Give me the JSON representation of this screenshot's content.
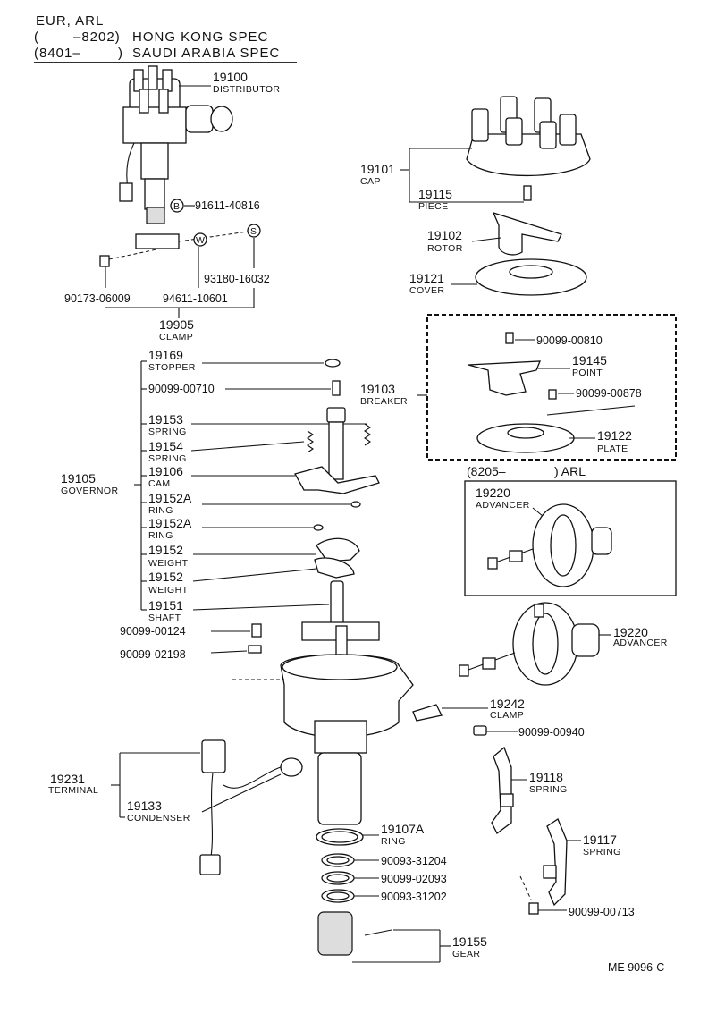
{
  "header": {
    "line1": "EUR, ARL",
    "line2_left": "(",
    "line2_range": "–8202)",
    "line2_spec": "HONG KONG SPEC",
    "line3_left": "(8401–",
    "line3_right": ")",
    "line3_spec": "SAUDI ARABIA SPEC"
  },
  "sub_header": {
    "left": "(8205–",
    "right": ") ARL"
  },
  "footer": "ME 9096-C",
  "callouts": {
    "c19100": {
      "num": "19100",
      "name": "DISTRIBUTOR"
    },
    "c19101": {
      "num": "19101",
      "name": "CAP"
    },
    "c19115": {
      "num": "19115",
      "name": "PIECE"
    },
    "c19102": {
      "num": "19102",
      "name": "ROTOR"
    },
    "c19121": {
      "num": "19121",
      "name": "COVER"
    },
    "c19905": {
      "num": "19905",
      "name": "CLAMP"
    },
    "c19145": {
      "num": "19145",
      "name": "POINT"
    },
    "c19103": {
      "num": "19103",
      "name": "BREAKER"
    },
    "c19122": {
      "num": "19122",
      "name": "PLATE"
    },
    "c19220a": {
      "num": "19220",
      "name": "ADVANCER"
    },
    "c19220b": {
      "num": "19220",
      "name": "ADVANCER"
    },
    "c19169": {
      "num": "19169",
      "name": "STOPPER"
    },
    "c19153": {
      "num": "19153",
      "name": "SPRING"
    },
    "c19154": {
      "num": "19154",
      "name": "SPRING"
    },
    "c19106": {
      "num": "19106",
      "name": "CAM"
    },
    "c19105": {
      "num": "19105",
      "name": "GOVERNOR"
    },
    "c19152Aa": {
      "num": "19152A",
      "name": "RING"
    },
    "c19152Ab": {
      "num": "19152A",
      "name": "RING"
    },
    "c19152a": {
      "num": "19152",
      "name": "WEIGHT"
    },
    "c19152b": {
      "num": "19152",
      "name": "WEIGHT"
    },
    "c19151": {
      "num": "19151",
      "name": "SHAFT"
    },
    "c19242": {
      "num": "19242",
      "name": "CLAMP"
    },
    "c19231": {
      "num": "19231",
      "name": "TERMINAL"
    },
    "c19133": {
      "num": "19133",
      "name": "CONDENSER"
    },
    "c19118": {
      "num": "19118",
      "name": "SPRING"
    },
    "c19107A": {
      "num": "19107A",
      "name": "RING"
    },
    "c19117": {
      "num": "19117",
      "name": "SPRING"
    },
    "c19155": {
      "num": "19155",
      "name": "GEAR"
    }
  },
  "part_numbers": {
    "p91611": "91611-40816",
    "p93180": "93180-16032",
    "p90173": "90173-06009",
    "p94611": "94611-10601",
    "p00810": "90099-00810",
    "p00878": "90099-00878",
    "p00710": "90099-00710",
    "p00124": "90099-00124",
    "p02198": "90099-02198",
    "p00940": "90099-00940",
    "p31204": "90093-31204",
    "p02093": "90099-02093",
    "p31202": "90093-31202",
    "p00713": "90099-00713"
  },
  "circle_marks": {
    "b": "B",
    "w": "W",
    "s": "S"
  }
}
